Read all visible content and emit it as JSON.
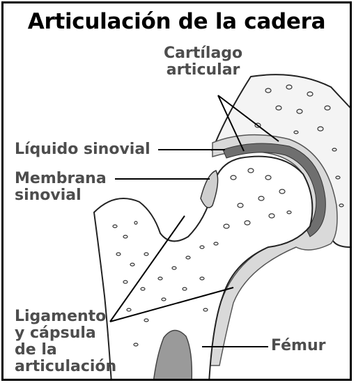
{
  "title": "Articulación de la cadera",
  "labels": {
    "cartilago_line1": "Cartílago",
    "cartilago_line2": "articular",
    "liquido": "Líquido sinovial",
    "membrana_line1": "Membrana",
    "membrana_line2": "sinovial",
    "ligamento_line1": "Ligamento",
    "ligamento_line2": "y cápsula",
    "ligamento_line3": "de la",
    "ligamento_line4": "articulación",
    "femur": "Fémur"
  },
  "colors": {
    "border": "#000000",
    "title": "#000000",
    "label": "#4d4d4d",
    "bone": "#ffffff",
    "bone_outline": "#222222",
    "cartilage": "#7a7a7a",
    "capsule": "#d9d9d9",
    "marrow": "#9a9a9a"
  }
}
